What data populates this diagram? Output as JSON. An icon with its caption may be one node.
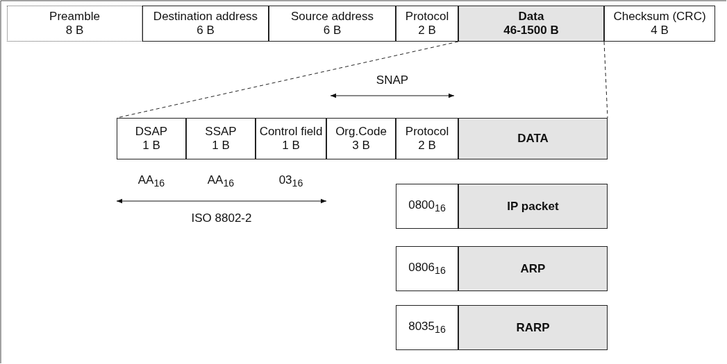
{
  "diagram": {
    "nodes": [
      {
        "text": [
          "Preamble",
          "8 B"
        ]
      },
      {
        "text": [
          "Destination address",
          "6 B"
        ]
      },
      {
        "text": [
          "Source address",
          "6 B"
        ]
      },
      {
        "text": [
          "Protocol",
          "2 B"
        ]
      },
      {
        "text": [
          "Data",
          "46-1500 B"
        ]
      },
      {
        "text": [
          "Checksum (CRC)",
          "4 B"
        ]
      },
      {
        "text": [
          "DSAP",
          "1 B"
        ]
      },
      {
        "text": [
          "SSAP",
          "1 B"
        ]
      },
      {
        "text": [
          "Control field",
          "1 B"
        ]
      },
      {
        "text": [
          "Org.Code",
          "3 B"
        ]
      },
      {
        "text": [
          "Protocol",
          "2 B"
        ]
      },
      {
        "text": [
          "DATA"
        ]
      },
      {
        "text": [
          "0800$_{16}$"
        ]
      },
      {
        "text": [
          "IP packet"
        ]
      },
      {
        "text": [
          "0806$_{16}$"
        ]
      },
      {
        "text": [
          "ARP"
        ]
      },
      {
        "text": [
          "8035$_{16}$"
        ]
      },
      {
        "text": [
          "RARP"
        ]
      }
    ],
    "edges": [
      {
        "from": 4,
        "to": 6,
        "arrow": "none",
        "style": "dashed"
      },
      {
        "from": 4,
        "to": 11,
        "arrow": "none",
        "style": "dashed"
      }
    ],
    "labels": [
      "SNAP",
      "AA$_{16}$",
      "AA$_{16}$",
      "03$_{16}$",
      "ISO 8802-2"
    ]
  }
}
